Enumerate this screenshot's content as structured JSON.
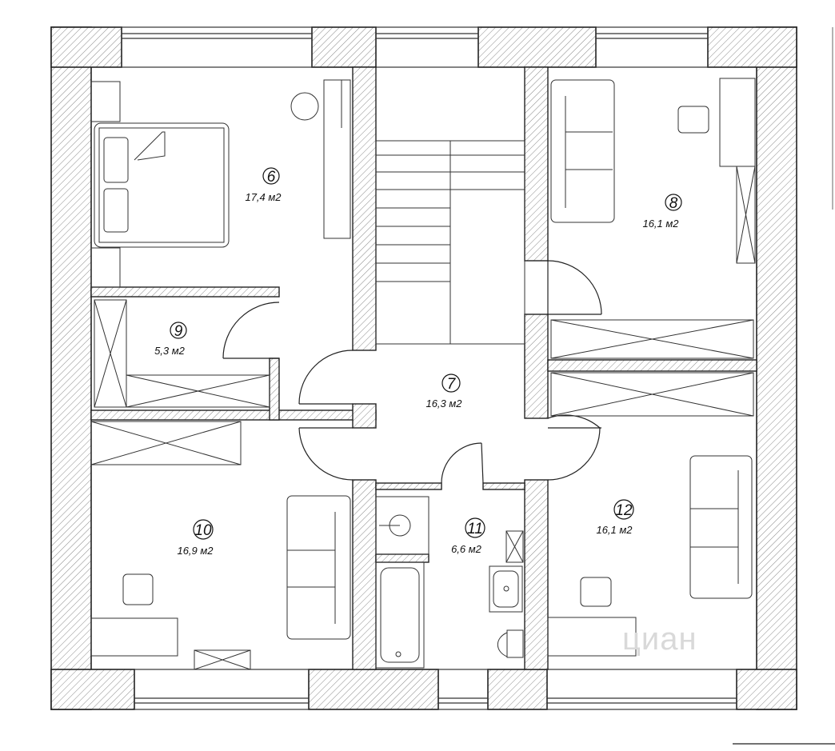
{
  "rooms": [
    {
      "number": "6",
      "area": "17,4 м2"
    },
    {
      "number": "9",
      "area": "5,3 м2"
    },
    {
      "number": "7",
      "area": "16,3 м2"
    },
    {
      "number": "8",
      "area": "16,1 м2"
    },
    {
      "number": "10",
      "area": "16,9 м2"
    },
    {
      "number": "11",
      "area": "6,6 м2"
    },
    {
      "number": "12",
      "area": "16,1 м2"
    }
  ],
  "watermark": "циан"
}
